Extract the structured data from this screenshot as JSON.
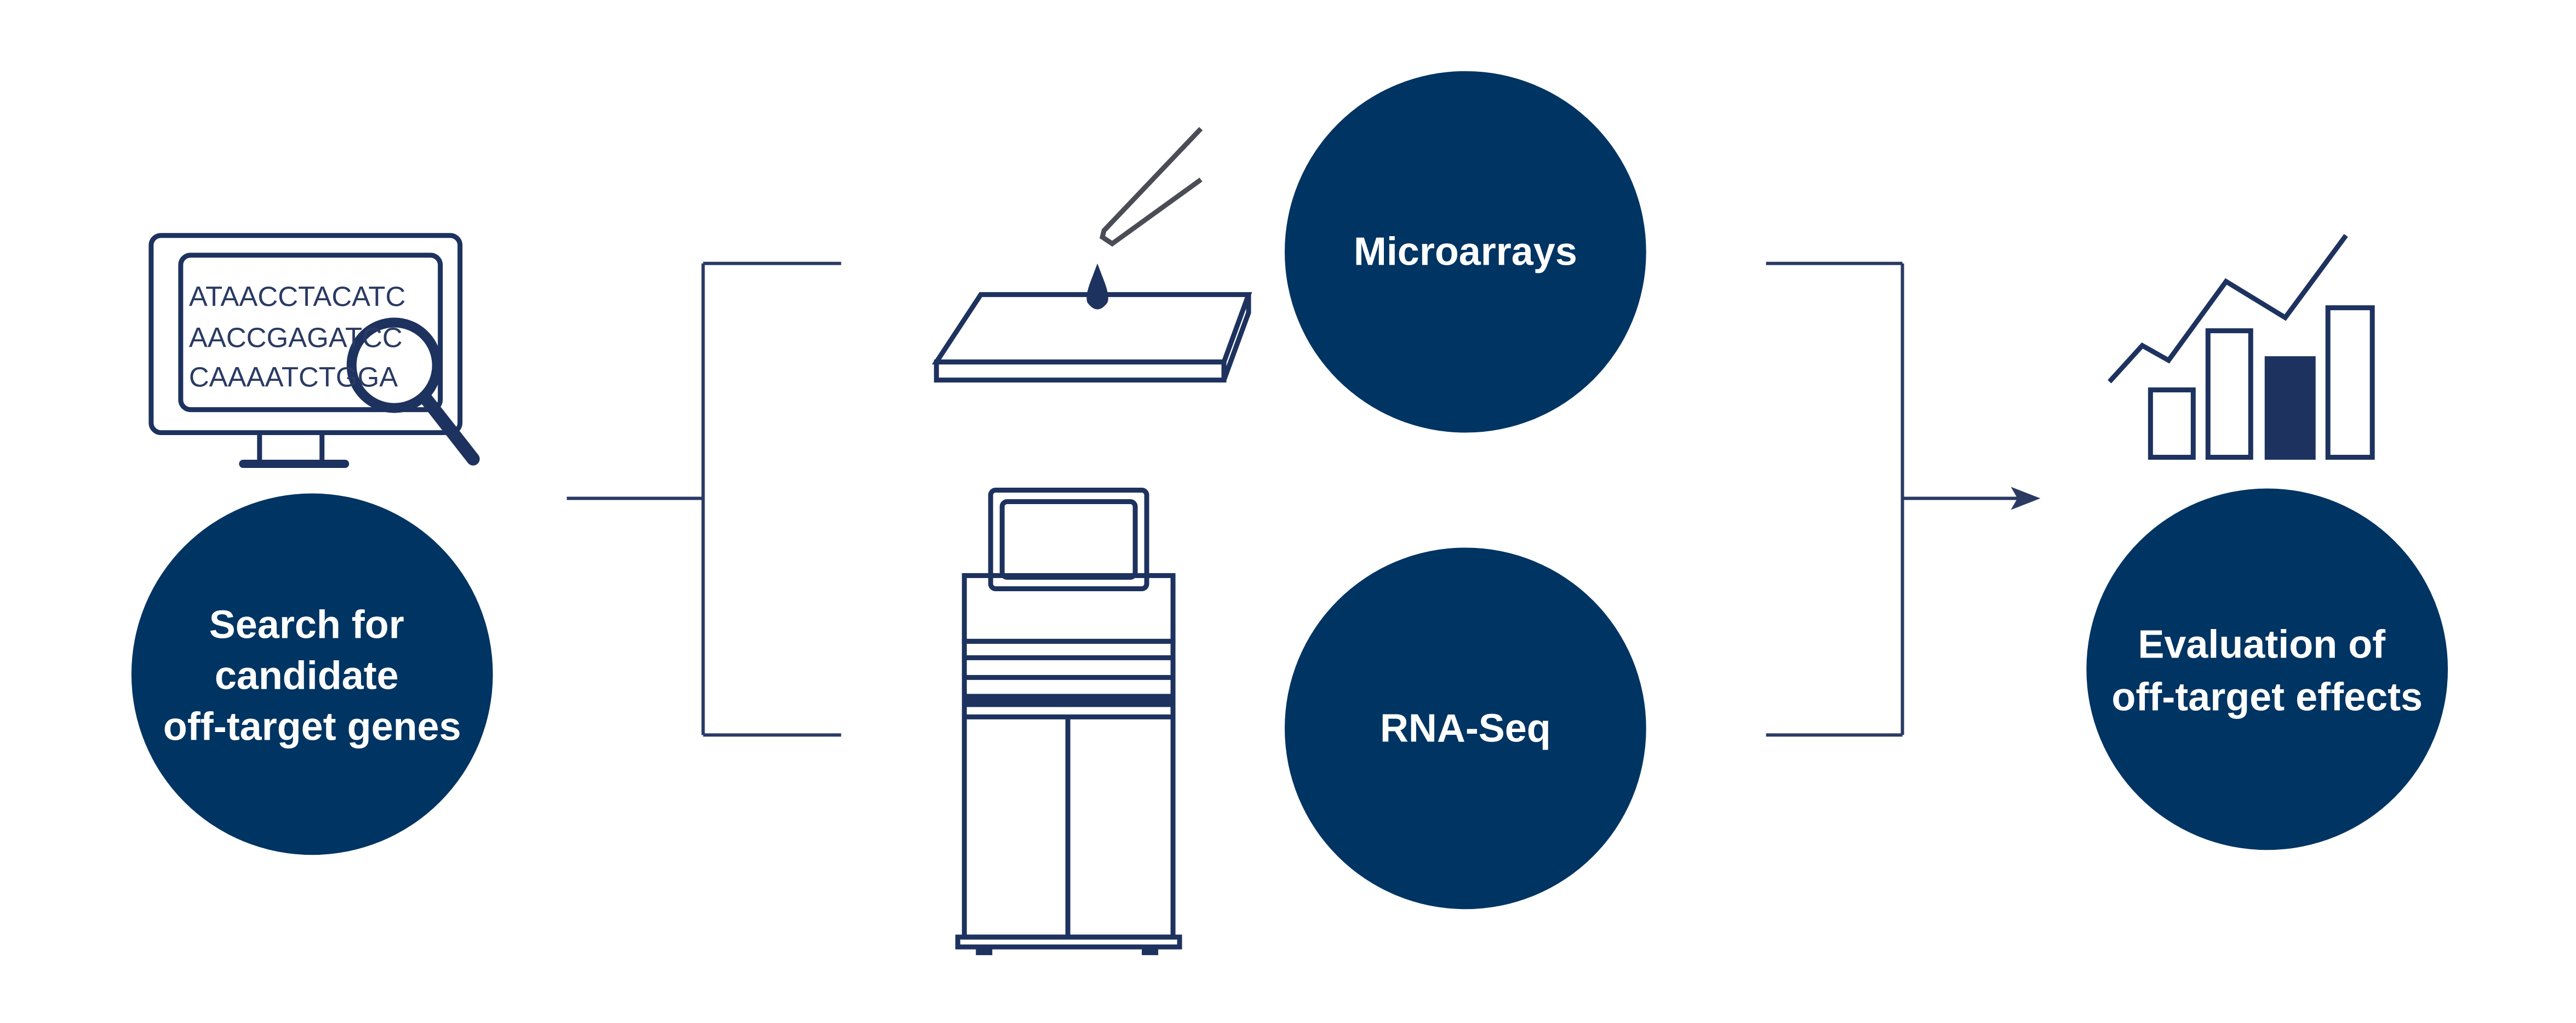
{
  "colors": {
    "circle": "#003462",
    "line": "#2a3a63",
    "icon": "#1d325e",
    "pipette": "#4a4d55"
  },
  "steps": {
    "search": {
      "lines": [
        "Search for",
        "candidate",
        "off-target genes"
      ],
      "icon": "monitor-magnifier-icon",
      "sequence": [
        "ATAACCTACATC",
        "AACCGAGATCC",
        "CAAAATCTGGA"
      ]
    },
    "microarrays": {
      "label": "Microarrays",
      "icon": "microarray-slide-pipette-icon"
    },
    "rnaseq": {
      "label": "RNA-Seq",
      "icon": "sequencer-machine-icon"
    },
    "evaluation": {
      "lines": [
        "Evaluation of",
        "off-target effects"
      ],
      "icon": "bar-line-chart-icon"
    }
  }
}
